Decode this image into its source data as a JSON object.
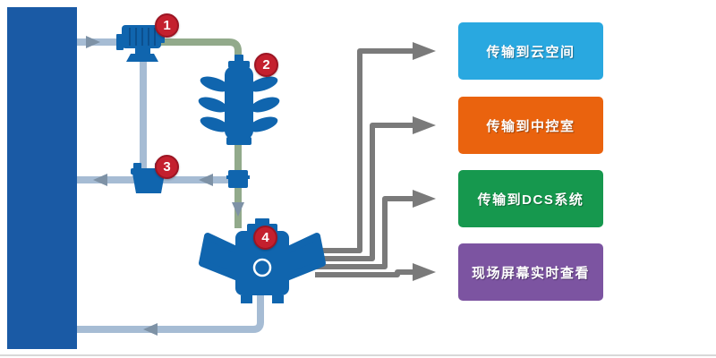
{
  "outputs": [
    {
      "label": "传输到云空间",
      "color": "#29a8e0"
    },
    {
      "label": "传输到中控室",
      "color": "#ea630e"
    },
    {
      "label": "传输到DCS系统",
      "color": "#16984e"
    },
    {
      "label": "现场屏幕实时查看",
      "color": "#7c54a1"
    }
  ],
  "badges": [
    {
      "number": "1",
      "device": "pump-icon"
    },
    {
      "number": "2",
      "device": "control-valve-icon"
    },
    {
      "number": "3",
      "device": "inline-valve-icon"
    },
    {
      "number": "4",
      "device": "flowmeter-icon"
    }
  ],
  "colors": {
    "wall": "#1a5aa5",
    "device": "#1065ae",
    "pipe": "#a6bcd4",
    "pipe_green": "#92aa8b",
    "pipe_arrow": "#7e92a6",
    "badge": "#c4202e",
    "flow_arrow": "#7a7a7a"
  }
}
